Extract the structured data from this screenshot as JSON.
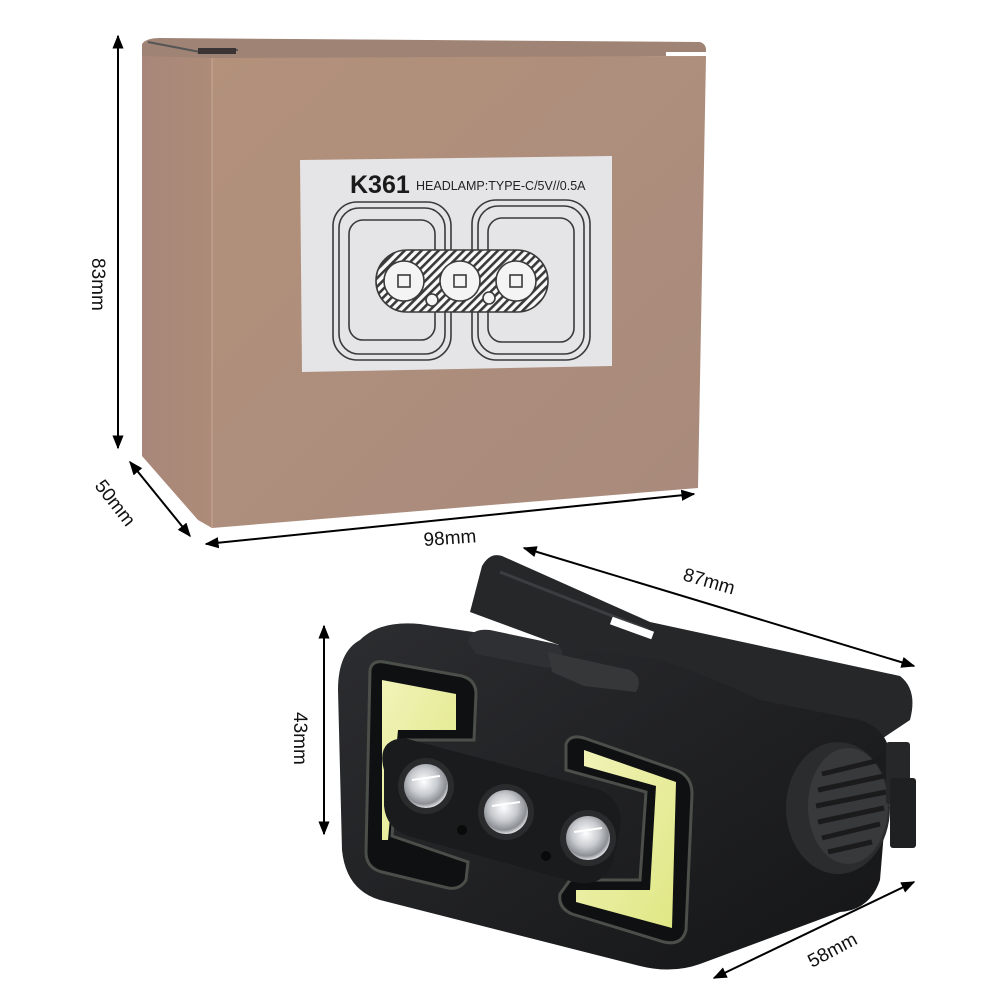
{
  "box": {
    "label": {
      "model": "K361",
      "spec": "HEADLAMP:TYPE-C/5V//0.5A"
    },
    "colors": {
      "front": "#b08e78",
      "side": "#a8877a",
      "top": "#9e8273",
      "label_bg": "#e4e4e6",
      "line_art": "#3a3a3a"
    },
    "dimensions": {
      "height": "83mm",
      "depth": "50mm",
      "width": "98mm"
    }
  },
  "headlamp": {
    "colors": {
      "body": "#1e1f21",
      "cob_light": "#e8ec9a",
      "lens": "#d9dbde"
    },
    "led_count": 3,
    "dimensions": {
      "width": "87mm",
      "height": "43mm",
      "depth": "58mm"
    }
  }
}
